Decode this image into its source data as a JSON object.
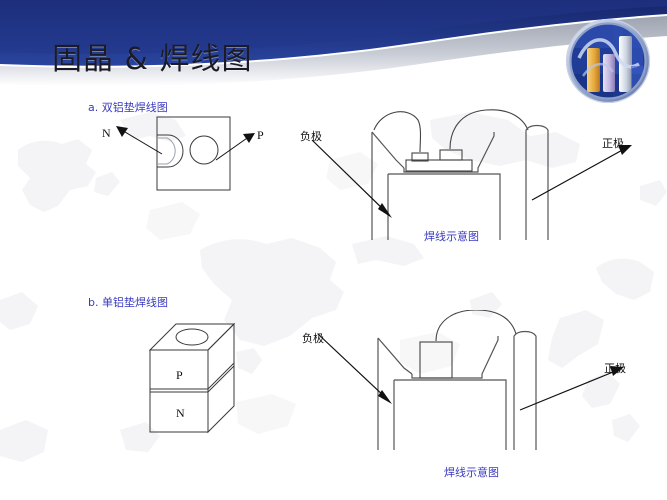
{
  "slide": {
    "title": "固晶 & 焊线图",
    "background_color": "#ffffff",
    "header_color_dark": "#1d2f7a",
    "header_color_mid": "#203a8f",
    "header_gray": "#b9bcc4",
    "caption_color": "#3a3ac0",
    "line_color": "#444444"
  },
  "logo": {
    "name": "test-tubes-logo",
    "ring_color": "#aab6d6",
    "field_color": "#1f3c96"
  },
  "diagrams": {
    "top_left": {
      "caption": "a. 双铝垫焊线图",
      "labels": {
        "left_pad": "N",
        "right_pad": "P"
      }
    },
    "bottom_left": {
      "caption": "b. 单铝垫焊线图",
      "labels": {
        "upper_layer": "P",
        "lower_layer": "N"
      }
    },
    "top_right": {
      "caption": "焊线示意图",
      "labels": {
        "negative": "负极",
        "positive": "正极"
      }
    },
    "bottom_right": {
      "caption": "焊线示意图",
      "labels": {
        "negative": "负极",
        "positive": "正极"
      }
    }
  }
}
